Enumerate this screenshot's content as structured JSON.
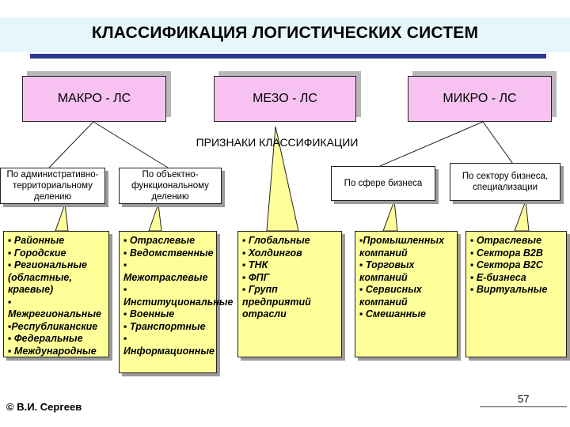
{
  "title": "КЛАССИФИКАЦИЯ ЛОГИСТИЧЕСКИХ СИСТЕМ",
  "levels": [
    "МАКРО - ЛС",
    "МЕЗО - ЛС",
    "МИКРО - ЛС"
  ],
  "subtitle": "ПРИЗНАКИ КЛАССИФИКАЦИИ",
  "criteria": [
    "По административно-территориальному делению",
    "По объектно-функциональному делению",
    "По сфере бизнеса",
    "По сектору бизнеса, специализации"
  ],
  "lists": [
    [
      "▪ Районные",
      "▪ Городские",
      "▪ Региональные (областные, краевые)",
      "▪ Межрегиональные",
      "▪Республиканские",
      "▪ Федеральные",
      "▪ Международные"
    ],
    [
      "▪ Отраслевые",
      "▪ Ведомственные",
      "▪ Межотраслевые",
      "▪ Институциональные",
      "▪ Военные",
      "▪ Транспортные",
      "▪ Информационные"
    ],
    [
      "▪ Глобальные",
      "▪ Холдингов",
      "▪ ТНК",
      "▪ ФПГ",
      "▪ Групп предприятий отрасли"
    ],
    [
      "▪Промышленных компаний",
      "▪ Торговых компаний",
      "▪ Сервисных компаний",
      "▪ Смешанные"
    ],
    [
      "▪ Отраслевые",
      "▪ Сектора B2B",
      "▪ Сектора B2C",
      "▪ E-бизнеса",
      "▪ Виртуальные"
    ]
  ],
  "footer": {
    "author": "© В.И. Сергеев",
    "page": "57"
  },
  "colors": {
    "title_band": "#e6f6fa",
    "title_rule": "#2b3a8f",
    "level_fill": "#f7c2f2",
    "list_fill": "#ffff99"
  }
}
